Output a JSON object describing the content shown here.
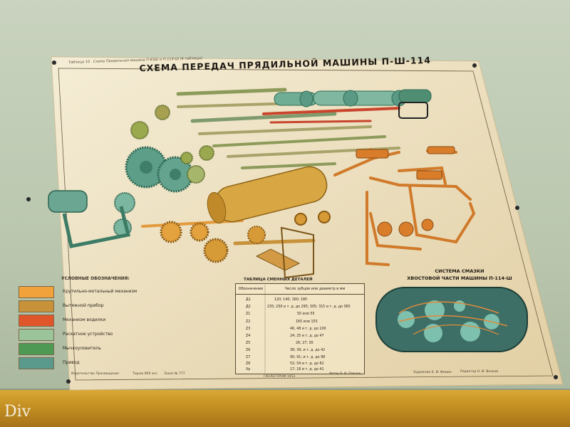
{
  "poster": {
    "title": "СХЕМА ПЕРЕДАЧ ПРЯДИЛЬНОЙ МАШИНЫ П-Ш-114",
    "header_note": "Таблица 10 . Схема Прядильная машина П-83Ш и П-114-Ш (4 таблицы)"
  },
  "legend": {
    "heading": "УСЛОВНЫЕ ОБОЗНАЧЕНИЯ:",
    "items": [
      {
        "label": "Крутильно-мотальный механизм",
        "color": "#f2a23a"
      },
      {
        "label": "Вытяжной прибор",
        "color": "#c8923a"
      },
      {
        "label": "Механизм водилки",
        "color": "#e0552a"
      },
      {
        "label": "Раскатное устройство",
        "color": "#9cc49a"
      },
      {
        "label": "Мычкоуловитель",
        "color": "#4e9a54"
      },
      {
        "label": "Привод",
        "color": "#5a9a8c"
      }
    ]
  },
  "table": {
    "title": "ТАБЛИЦА СМЕННЫХ ДЕТАЛЕЙ",
    "columns": [
      "Обозначение",
      "Число зубцов или диаметр в мм"
    ],
    "rows": [
      [
        "Д1",
        "120;  140;  160;  180"
      ],
      [
        "Д2",
        "235; 250 и т. д. до 295; 305; 315 и т. д. до 365"
      ],
      [
        "Z1",
        "50 или 55"
      ],
      [
        "Z2",
        "160 или 155"
      ],
      [
        "Z3",
        "46, 48 и т. д. до 100"
      ],
      [
        "Z4",
        "24; 25 и т. д. до 47"
      ],
      [
        "Z5",
        "26; 27; 30"
      ],
      [
        "Z6",
        "38; 39; и т. д. до 42"
      ],
      [
        "Z7",
        "90; 91; и т. д. до 98"
      ],
      [
        "Z8",
        "52; 54 и т. д. до 62"
      ],
      [
        "Хр",
        "17; 18 и т. д. до 41"
      ]
    ]
  },
  "lubrication": {
    "title_line1": "СИСТЕМА СМАЗКИ",
    "title_line2": "ХВОСТОВОЙ ЧАСТИ МАШИНЫ П-114-Ш"
  },
  "footer": {
    "left": "Издательство Просвещение",
    "mid1": "Тираж 800 экз.",
    "mid2": "Заказ № 777",
    "center": "ГИЗЛЕГПРОМ 1953",
    "right1": "Автор Р. И. Павлов",
    "right2": "Художник Б. И. Фомин",
    "right3": "Редактор Н. И. Волков"
  },
  "watermark": "Div"
}
